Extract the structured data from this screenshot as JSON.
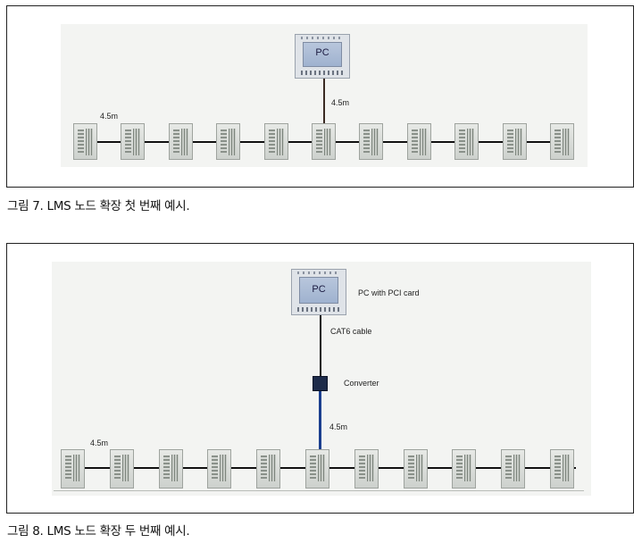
{
  "figure7": {
    "pc_label": "PC",
    "uplink_length": "4.5m",
    "node_spacing": "4.5m",
    "node_count": 11,
    "caption": "그림 7. LMS 노드 확장 첫 번째 예시."
  },
  "figure8": {
    "pc_label": "PC",
    "pc_description": "PC with PCI card",
    "cable_label": "CAT6 cable",
    "converter_label": "Converter",
    "uplink_length": "4.5m",
    "node_spacing": "4.5m",
    "node_count": 11,
    "caption": "그림 8. LMS 노드 확장 두 번째 예시."
  },
  "colors": {
    "frame_border": "#222222",
    "panel_background": "#f3f4f2",
    "pc_uplink_fig7": "#3a2a22",
    "fiber_link_fig8": "#1b3f8f",
    "converter": "#1d2b4a",
    "node_link": "#111111"
  },
  "icons": {
    "pc": "pc-monitor-icon",
    "node": "lms-node-module-icon",
    "converter": "converter-box-icon"
  }
}
